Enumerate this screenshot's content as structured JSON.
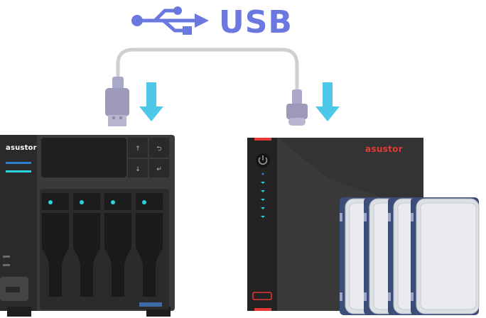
{
  "header": {
    "usb_icon": "usb-trident-icon",
    "label": "USB",
    "accent_color": "#6b78e0"
  },
  "devices": {
    "left_nas": {
      "brand": "asustor",
      "bays": 4
    },
    "right_nas": {
      "brand": "asustor",
      "status_leds": 5
    }
  },
  "colors": {
    "arrow": "#4dc8e8",
    "led_cyan": "#2ad4dc",
    "brand_red": "#e53935",
    "nas_body": "#2e2e2e"
  }
}
